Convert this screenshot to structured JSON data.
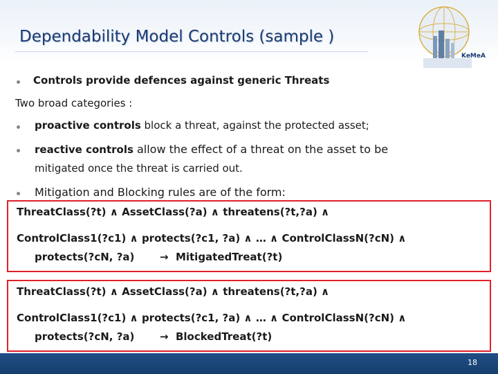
{
  "title": "Dependability Model Controls (sample )",
  "logo": {
    "text": "KeMeA"
  },
  "bullets": {
    "b1": "Controls provide defences against generic Threats",
    "subheading": "Two broad categories :",
    "b2_bold": "proactive controls",
    "b2_rest": " block a threat,  against the protected asset;",
    "b3_bold": "reactive controls",
    "b3_rest": " allow the effect of a threat on the asset to be",
    "b3_cont": "mitigated once the threat is carried out.",
    "b4": "Mitigation  and Blocking rules are of the form:"
  },
  "rule_mitigated": {
    "line1": "ThreatClass(?t) ∧ AssetClass(?a) ∧ threatens(?t,?a) ∧",
    "line2": "ControlClass1(?c1) ∧ protects(?c1, ?a) ∧ … ∧ ControlClassN(?cN) ∧",
    "line3": "protects(?cN, ?a)       →  MitigatedTreat(?t)"
  },
  "rule_blocked": {
    "line1": "ThreatClass(?t) ∧ AssetClass(?a) ∧ threatens(?t,?a) ∧",
    "line2": "ControlClass1(?c1) ∧ protects(?c1, ?a) ∧ … ∧ ControlClassN(?cN) ∧",
    "line3": "protects(?cN, ?a)       →  BlockedTreat(?t)"
  },
  "page_number": "18",
  "colors": {
    "title": "#1b3b72",
    "box_border": "#e0202a",
    "footer": "#1f4f86"
  }
}
